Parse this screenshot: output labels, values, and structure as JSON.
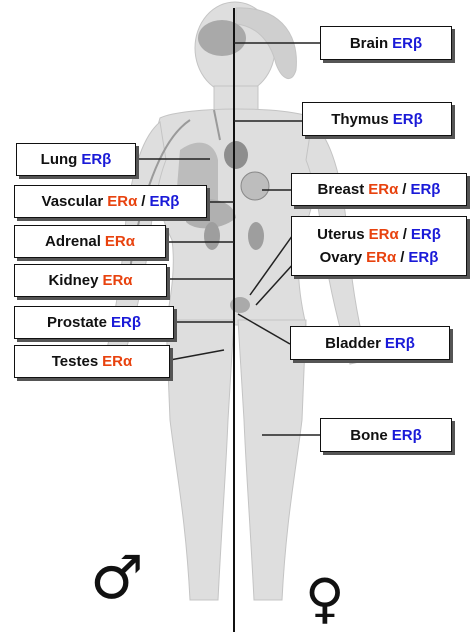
{
  "colors": {
    "alpha": "#e8420e",
    "beta": "#1a1ad8",
    "text": "#111111"
  },
  "male_symbol": "♂",
  "female_symbol": "♀",
  "labels": {
    "brain": {
      "organ": "Brain",
      "alpha": "",
      "slash": "",
      "beta": "ERβ"
    },
    "thymus": {
      "organ": "Thymus",
      "alpha": "",
      "slash": "",
      "beta": "ERβ"
    },
    "lung": {
      "organ": "Lung",
      "alpha": "",
      "slash": "",
      "beta": "ERβ"
    },
    "vascular": {
      "organ": "Vascular",
      "alpha": "ERα",
      "slash": "/",
      "beta": "ERβ"
    },
    "breast": {
      "organ": "Breast",
      "alpha": "ERα",
      "slash": "/",
      "beta": "ERβ"
    },
    "adrenal": {
      "organ": "Adrenal",
      "alpha": "ERα",
      "slash": "",
      "beta": ""
    },
    "uterus": {
      "organ": "Uterus",
      "alpha": "ERα",
      "slash": "/",
      "beta": "ERβ"
    },
    "ovary": {
      "organ": "Ovary",
      "alpha": "ERα",
      "slash": "/",
      "beta": "ERβ"
    },
    "kidney": {
      "organ": "Kidney",
      "alpha": "ERα",
      "slash": "",
      "beta": ""
    },
    "prostate": {
      "organ": "Prostate",
      "alpha": "",
      "slash": "",
      "beta": "ERβ"
    },
    "bladder": {
      "organ": "Bladder",
      "alpha": "",
      "slash": "",
      "beta": "ERβ"
    },
    "testes": {
      "organ": "Testes",
      "alpha": "ERα",
      "slash": "",
      "beta": ""
    },
    "bone": {
      "organ": "Bone",
      "alpha": "",
      "slash": "",
      "beta": "ERβ"
    }
  }
}
